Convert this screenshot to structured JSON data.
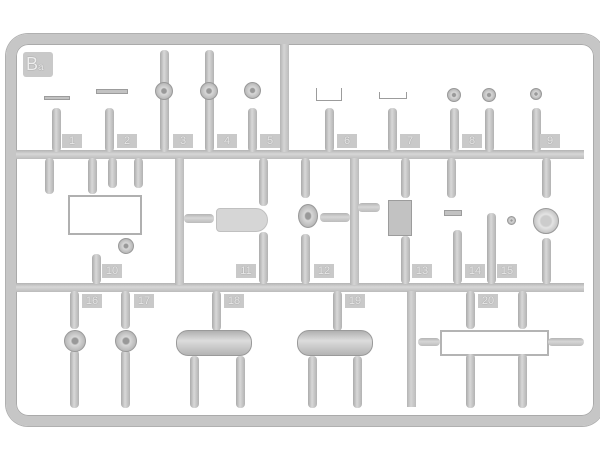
{
  "sprue": {
    "code": "B",
    "subcode": "a",
    "part_numbers": [
      "1",
      "2",
      "3",
      "4",
      "5",
      "6",
      "7",
      "8",
      "9",
      "10",
      "11",
      "12",
      "13",
      "14",
      "15",
      "16",
      "17",
      "18",
      "19",
      "20"
    ]
  },
  "colors": {
    "plastic": "#c6c6c6",
    "background": "#ffffff"
  }
}
